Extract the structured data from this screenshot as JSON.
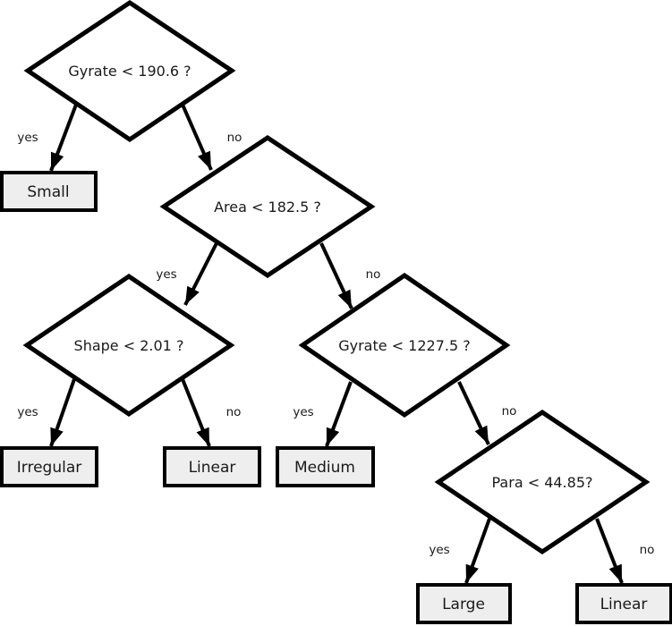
{
  "tree": {
    "decisions": [
      {
        "id": "gyrate-190",
        "label": "Gyrate < 190.6 ?"
      },
      {
        "id": "area-182",
        "label": "Area < 182.5 ?"
      },
      {
        "id": "shape-2",
        "label": "Shape < 2.01 ?"
      },
      {
        "id": "gyrate-1227",
        "label": "Gyrate < 1227.5 ?"
      },
      {
        "id": "para-44",
        "label": "Para < 44.85?"
      }
    ],
    "leaves": [
      {
        "id": "small",
        "label": "Small"
      },
      {
        "id": "irregular",
        "label": "Irregular"
      },
      {
        "id": "linear-mid",
        "label": "Linear"
      },
      {
        "id": "medium",
        "label": "Medium"
      },
      {
        "id": "large",
        "label": "Large"
      },
      {
        "id": "linear-right",
        "label": "Linear"
      }
    ],
    "edges": [
      {
        "from": "gyrate-190",
        "to": "small",
        "answer": "yes"
      },
      {
        "from": "gyrate-190",
        "to": "area-182",
        "answer": "no"
      },
      {
        "from": "area-182",
        "to": "shape-2",
        "answer": "yes"
      },
      {
        "from": "area-182",
        "to": "gyrate-1227",
        "answer": "no"
      },
      {
        "from": "shape-2",
        "to": "irregular",
        "answer": "yes"
      },
      {
        "from": "shape-2",
        "to": "linear-mid",
        "answer": "no"
      },
      {
        "from": "gyrate-1227",
        "to": "medium",
        "answer": "yes"
      },
      {
        "from": "gyrate-1227",
        "to": "para-44",
        "answer": "no"
      },
      {
        "from": "para-44",
        "to": "large",
        "answer": "yes"
      },
      {
        "from": "para-44",
        "to": "linear-right",
        "answer": "no"
      }
    ],
    "colors": {
      "background": "#ffffff",
      "decision_fill": "#ffffff",
      "leaf_fill": "#eeeeee",
      "stroke": "#000000",
      "text": "#1a1a1a"
    }
  }
}
